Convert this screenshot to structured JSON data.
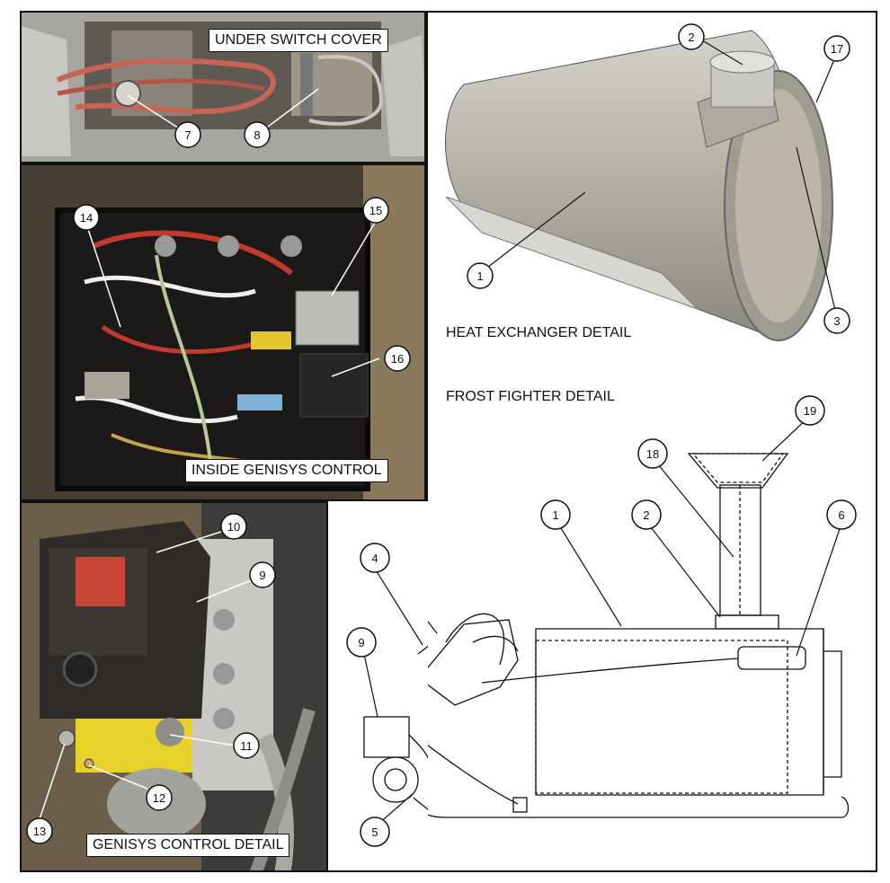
{
  "panels": {
    "switch_cover": {
      "title": "UNDER SWITCH COVER",
      "callouts": [
        "7",
        "8"
      ]
    },
    "heat_exchanger": {
      "title": "HEAT EXCHANGER DETAIL",
      "callouts": [
        "2",
        "17",
        "1",
        "3"
      ]
    },
    "inside_control": {
      "title": "INSIDE GENISYS CONTROL",
      "callouts": [
        "14",
        "15",
        "16"
      ]
    },
    "frost_fighter": {
      "title": "FROST FIGHTER DETAIL",
      "callouts": [
        "19",
        "18",
        "1",
        "2",
        "6",
        "4",
        "9",
        "5"
      ]
    },
    "genisys_control": {
      "title": "GENISYS CONTROL DETAIL",
      "callouts": [
        "10",
        "9",
        "11",
        "12",
        "13"
      ]
    }
  },
  "colors": {
    "outline": "#111111",
    "metal": "#b9b9b4",
    "wire_red": "#c23a2e",
    "wire_white": "#efefef",
    "box_dark": "#2e2b28",
    "yellow_label": "#e7d22a"
  }
}
